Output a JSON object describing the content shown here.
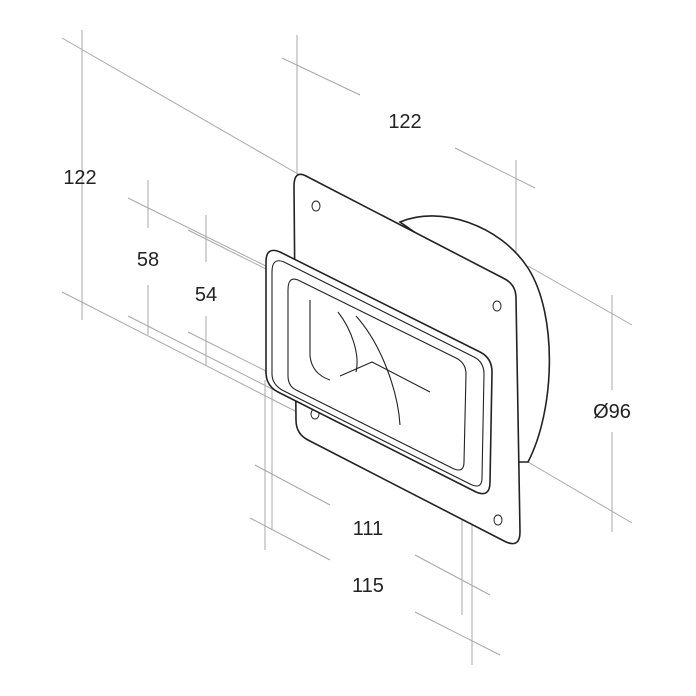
{
  "dimensions": {
    "width_top": "122",
    "height_left": "122",
    "outer_height": "58",
    "inner_height": "54",
    "inner_width": "111",
    "outer_width": "115",
    "diameter": "Ø96"
  },
  "colors": {
    "outline": "#222222",
    "dimension_lines": "#a8a8a8",
    "background": "#ffffff"
  }
}
